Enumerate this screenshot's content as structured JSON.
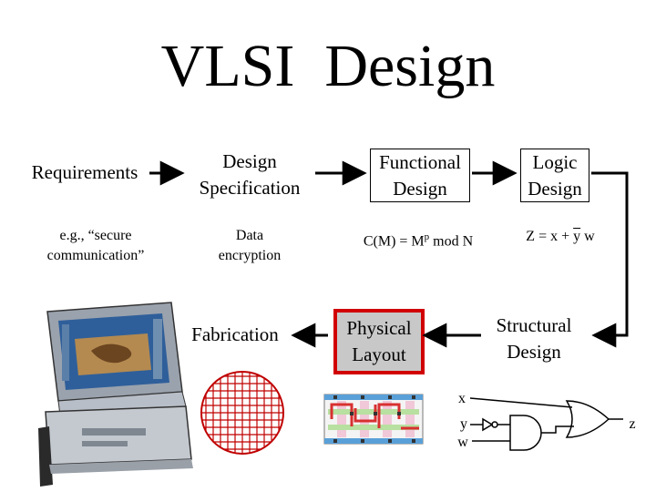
{
  "slide": {
    "title": "VLSI  Design"
  },
  "flow": {
    "requirements": "Requirements",
    "design_spec": [
      "Design",
      "Specification"
    ],
    "functional_design": [
      "Functional",
      "Design"
    ],
    "logic_design": [
      "Logic",
      "Design"
    ],
    "structural_design": [
      "Structural",
      "Design"
    ],
    "physical_layout": [
      "Physical",
      "Layout"
    ],
    "fabrication": "Fabrication"
  },
  "examples": {
    "requirements_example": [
      "e.g., “secure",
      "communication”"
    ],
    "spec_example": [
      "Data",
      "encryption"
    ],
    "functional_example": {
      "base": "C(M) = M",
      "sup": "p",
      "rest": " mod N"
    },
    "logic_example": {
      "prefix": "Z = x + ",
      "over": "y",
      "suffix": " w"
    }
  },
  "gate_labels": {
    "x": "x",
    "y": "y",
    "w": "w",
    "z": "z"
  },
  "colors": {
    "layout_box_border": "#d10000",
    "layout_box_fill": "#c8c8c8",
    "wafer_grid": "#c00000",
    "arrow": "#000000"
  }
}
